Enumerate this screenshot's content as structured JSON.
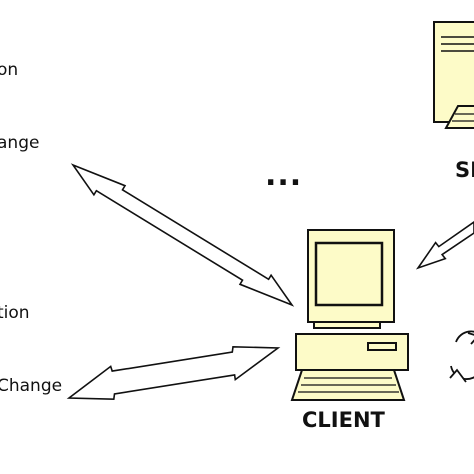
{
  "labels": {
    "top_1": "on",
    "top_2": "ange",
    "bottom_1": "tion",
    "bottom_2": "Change"
  },
  "nodes": {
    "client": "CLIENT",
    "server": "SE",
    "ellipsis": "..."
  },
  "colors": {
    "device_fill": "#fdfbc8",
    "stroke": "#111111",
    "background": "#ffffff"
  }
}
